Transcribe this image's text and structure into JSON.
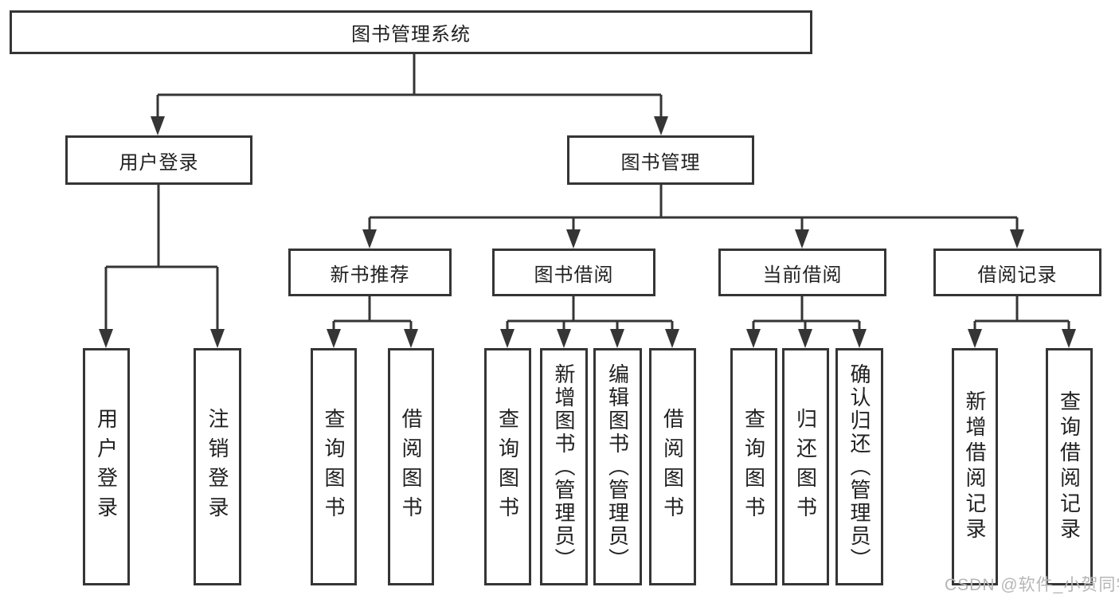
{
  "diagram": {
    "type": "tree",
    "root": {
      "label": "图书管理系统",
      "children": [
        {
          "label": "用户登录",
          "children": [
            {
              "label": "用户登录"
            },
            {
              "label": "注销登录"
            }
          ]
        },
        {
          "label": "图书管理",
          "children": [
            {
              "label": "新书推荐",
              "children": [
                {
                  "label": "查询图书"
                },
                {
                  "label": "借阅图书"
                }
              ]
            },
            {
              "label": "图书借阅",
              "children": [
                {
                  "label": "查询图书"
                },
                {
                  "label": "新增图书（管理员）"
                },
                {
                  "label": "编辑图书（管理员）"
                },
                {
                  "label": "借阅图书"
                }
              ]
            },
            {
              "label": "当前借阅",
              "children": [
                {
                  "label": "查询图书"
                },
                {
                  "label": "归还图书"
                },
                {
                  "label": "确认归还（管理员）"
                }
              ]
            },
            {
              "label": "借阅记录",
              "children": [
                {
                  "label": "新增借阅记录"
                },
                {
                  "label": "查询借阅记录"
                }
              ]
            }
          ]
        }
      ]
    }
  },
  "watermark": {
    "text": "CSDN @软件_小贺同学"
  },
  "colors": {
    "line": "#353535",
    "box_border": "#353535",
    "text": "#212121",
    "background": "#ffffff",
    "watermark": "#b6b6b6"
  }
}
